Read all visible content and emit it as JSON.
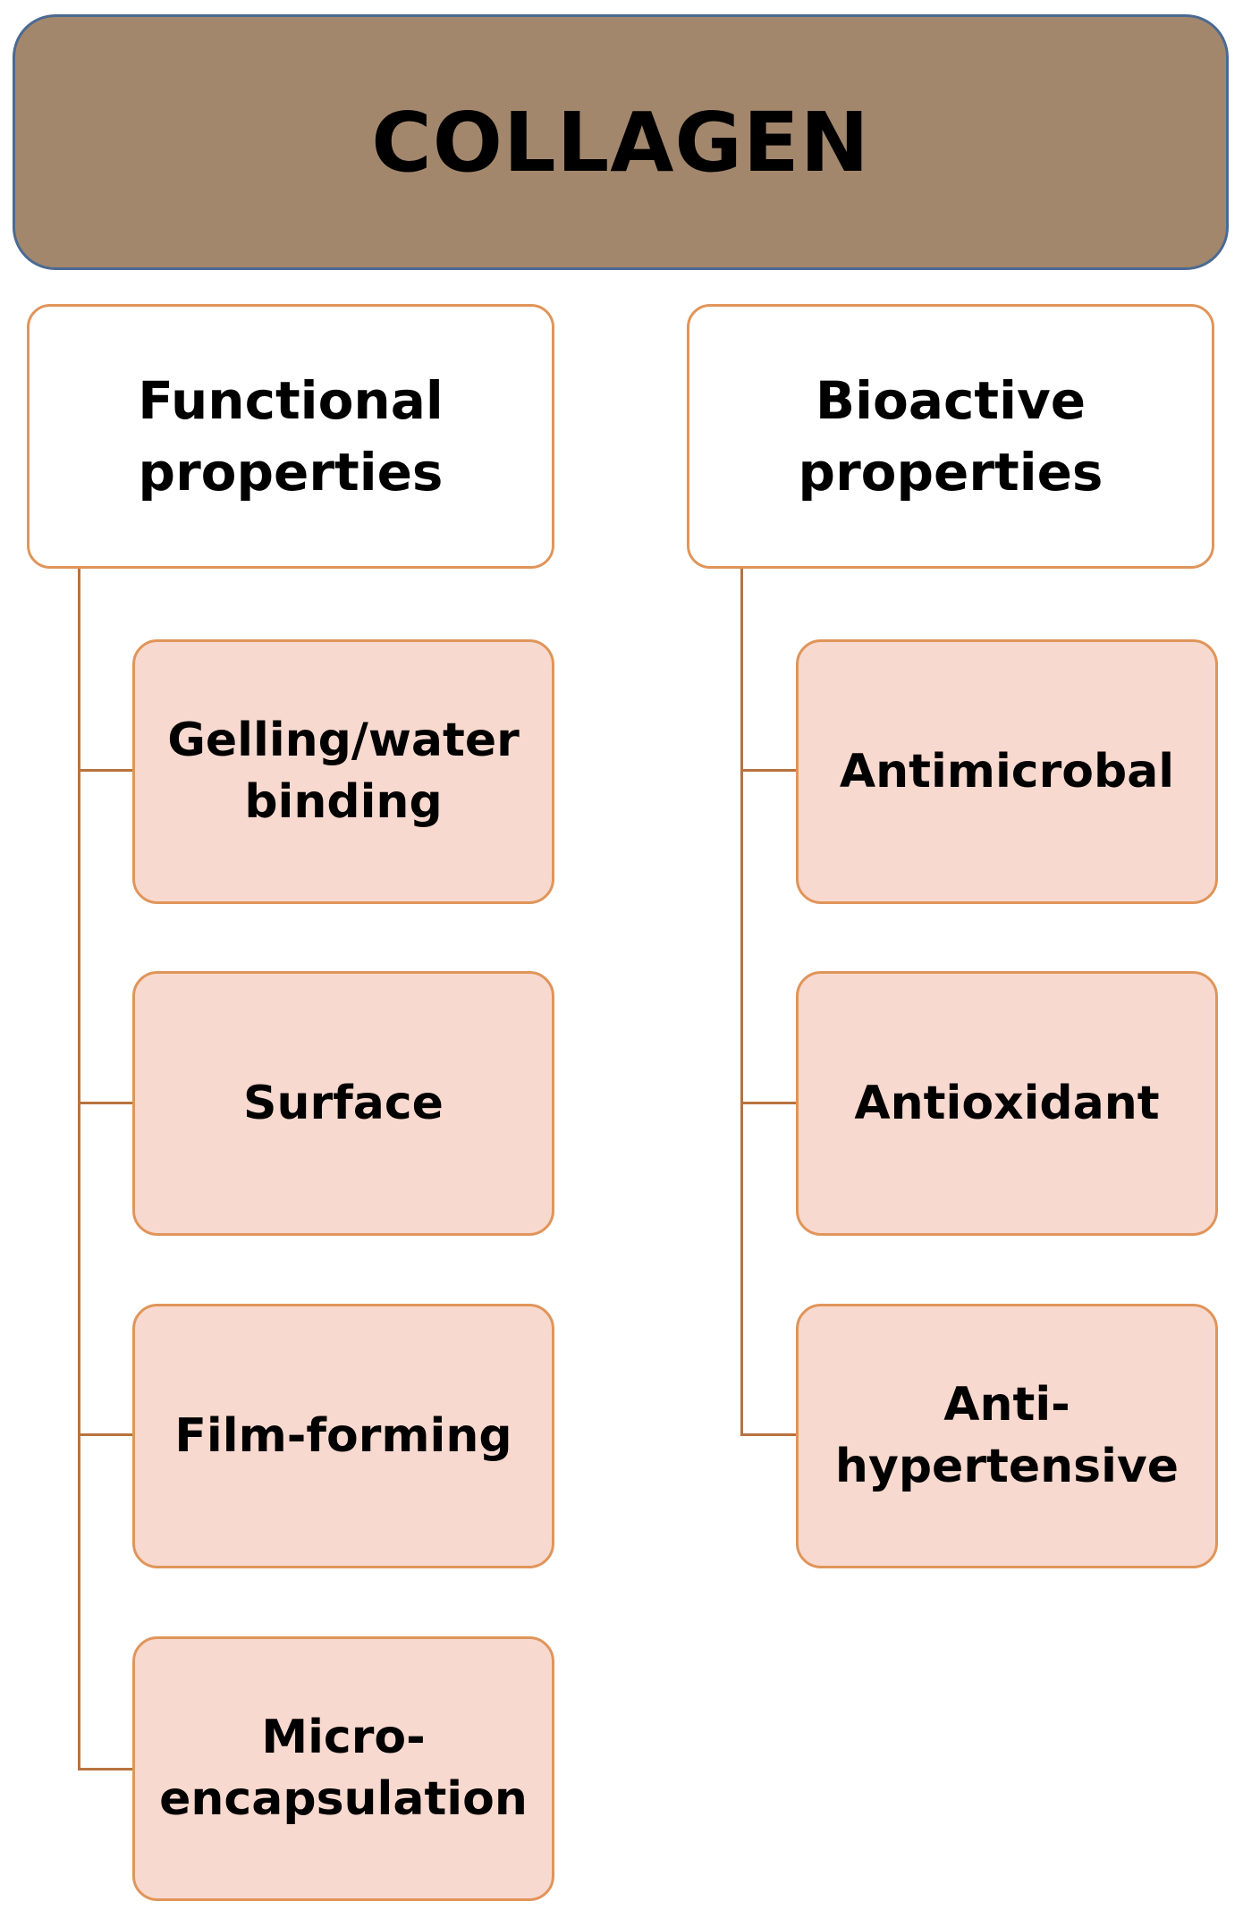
{
  "root": {
    "label": "COLLAGEN"
  },
  "left": {
    "label": "Functional properties",
    "items": [
      "Gelling/water binding",
      "Surface",
      "Film-forming",
      "Micro-encapsulation"
    ]
  },
  "right": {
    "label": "Bioactive properties",
    "items": [
      "Antimicrobal",
      "Antioxidant",
      "Anti-hypertensive"
    ]
  },
  "colors": {
    "root_fill": "#a3876c",
    "root_border": "#4a6a92",
    "box_border": "#e0955a",
    "leaf_fill": "#f8d9cf",
    "connector": "#b8733f"
  }
}
